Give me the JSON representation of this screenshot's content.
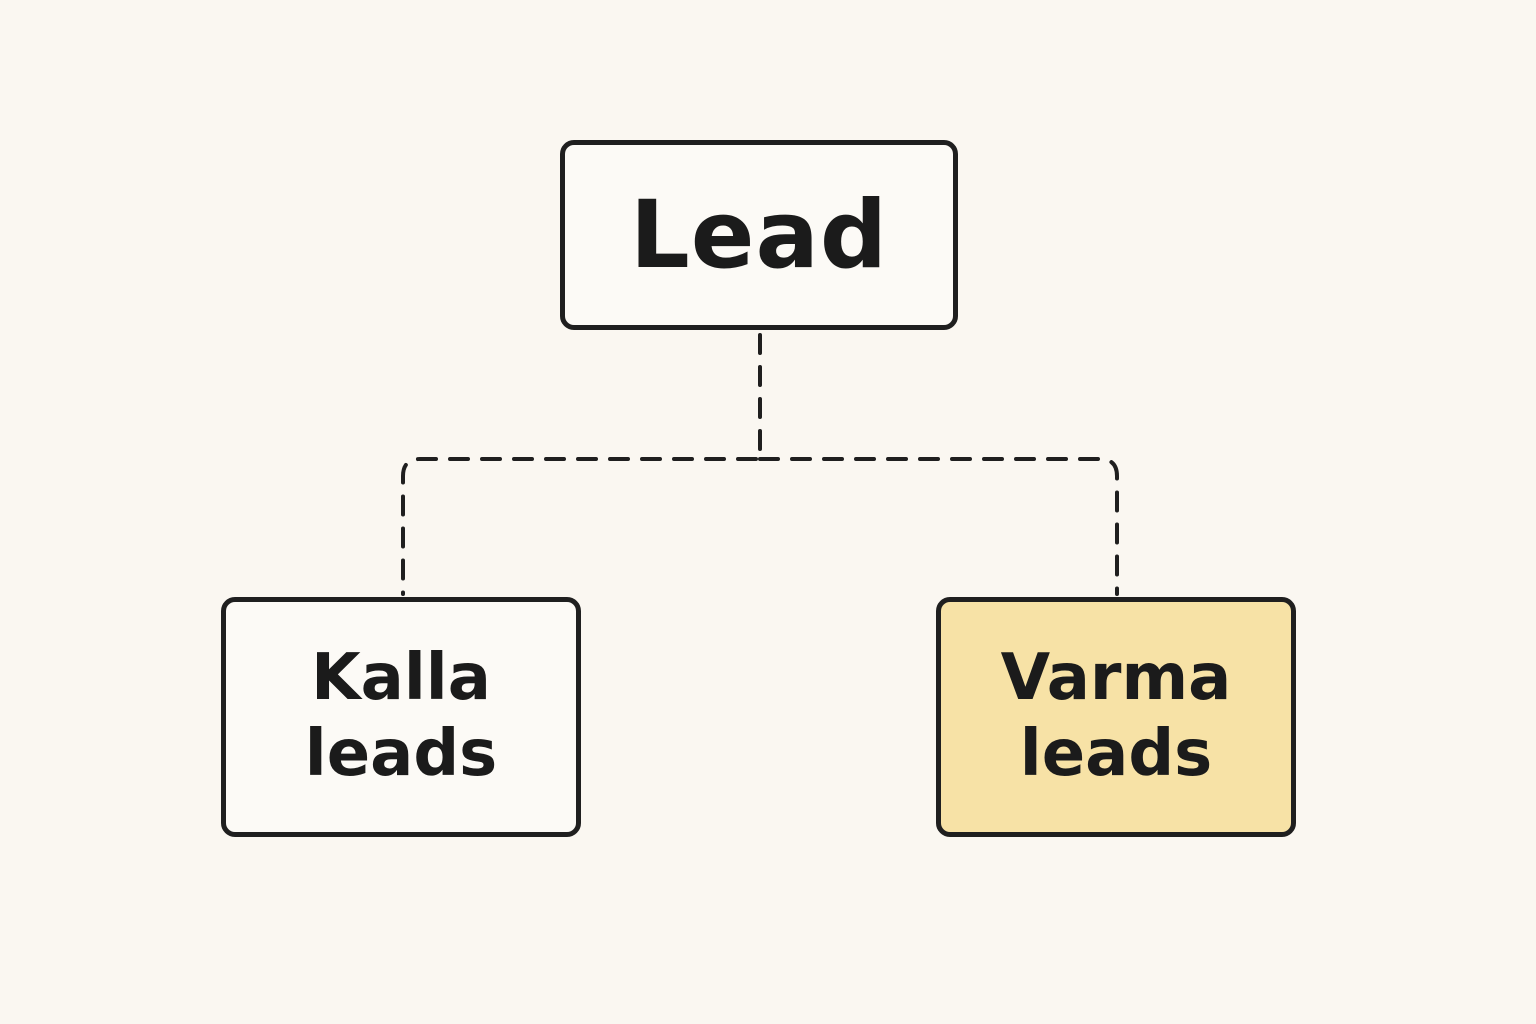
{
  "diagram": {
    "nodes": [
      {
        "id": "lead",
        "label": "Lead",
        "fill": "#fcfaf6"
      },
      {
        "id": "kalla",
        "label": "Kalla\nleads",
        "fill": "#fcfaf6"
      },
      {
        "id": "varma",
        "label": "Varma\nleads",
        "fill": "#f7e2a6"
      }
    ],
    "edges": [
      {
        "from": "lead",
        "to": "kalla",
        "style": "dashed"
      },
      {
        "from": "lead",
        "to": "varma",
        "style": "dashed"
      }
    ]
  },
  "colors": {
    "background": "#faf7f1",
    "stroke": "#1f1f1f",
    "highlight": "#f7e2a6"
  }
}
